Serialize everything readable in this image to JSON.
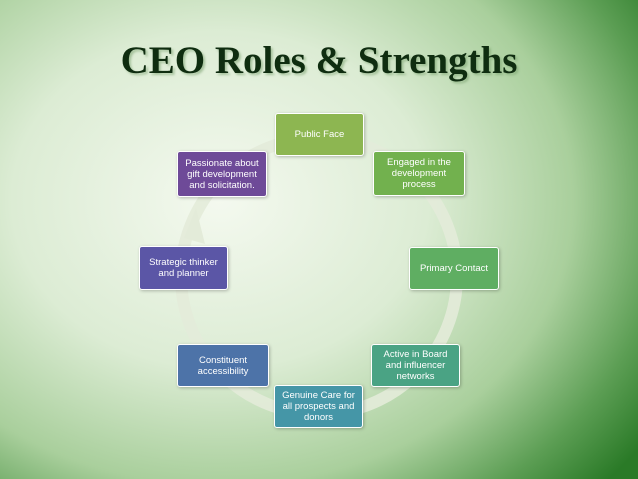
{
  "title": "CEO Roles & Strengths",
  "nodes": [
    {
      "text": "Public Face",
      "color": "#8db651"
    },
    {
      "text": "Engaged in the development process",
      "color": "#72b14e"
    },
    {
      "text": "Primary Contact",
      "color": "#5fae62"
    },
    {
      "text": "Active in Board and influencer networks",
      "color": "#4aa384"
    },
    {
      "text": "Genuine Care for all prospects and donors",
      "color": "#4596a7"
    },
    {
      "text": "Constituent accessibility",
      "color": "#4d73a8"
    },
    {
      "text": "Strategic thinker and planner",
      "color": "#5b56a6"
    },
    {
      "text": "Passionate about gift development and solicitation.",
      "color": "#6e4a98"
    }
  ],
  "ring_color": "#e3ebd9"
}
